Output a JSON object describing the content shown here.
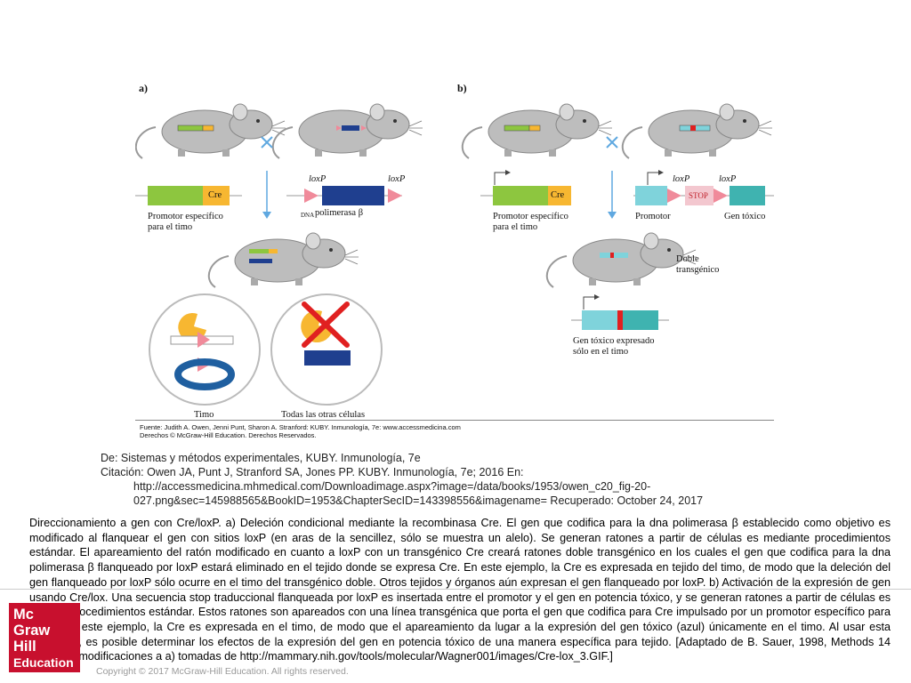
{
  "figure": {
    "panel_a": "a)",
    "panel_b": "b)",
    "labels": {
      "cre": "Cre",
      "loxp": "loxP",
      "dna_pol_prefix": "DNA",
      "dna_pol": "polimerasa β",
      "promotor_timo_1": "Promotor específico",
      "promotor_timo_2": "para el timo",
      "timo": "Timo",
      "otras": "Todas las otras células",
      "promotor": "Promotor",
      "stop": "STOP",
      "gen_toxico": "Gen tóxico",
      "doble_1": "Doble",
      "doble_2": "transgénico",
      "toxico_expr_1": "Gen tóxico expresado",
      "toxico_expr_2": "sólo en el timo"
    },
    "source_1": "Fuente: Judith A. Owen, Jenni Punt, Sharon A. Stranford: KUBY. Inmunología, 7e: www.accessmedicina.com",
    "source_2": "Derechos © McGraw-Hill Education. Derechos Reservados."
  },
  "citation": {
    "line1": "De: Sistemas y métodos experimentales, KUBY. Inmunología, 7e",
    "line2": "Citación: Owen JA, Punt J, Stranford SA, Jones PP. KUBY. Inmunología, 7e; 2016 En:",
    "line3": "http://accessmedicina.mhmedical.com/Downloadimage.aspx?image=/data/books/1953/owen_c20_fig-20-",
    "line4": "027.png&sec=145988565&BookID=1953&ChapterSecID=143398556&imagename= Recuperado: October 24, 2017"
  },
  "caption": "Direccionamiento a gen con Cre/loxP. a) Deleción condicional mediante la recombinasa Cre. El gen que codifica para la dna polimerasa β establecido como objetivo es modificado al flanquear el gen con sitios loxP (en aras de la sencillez, sólo se muestra un alelo). Se generan ratones a partir de células es mediante procedimientos estándar. El apareamiento del ratón modificado en cuanto a loxP con un transgénico Cre creará ratones doble transgénico en los cuales el gen que codifica para la dna polimerasa β flanqueado por loxP estará eliminado en el tejido donde se expresa Cre. En este ejemplo, la Cre es expresada en tejido del timo, de modo que la deleción del gen flanqueado por loxP sólo ocurre en el timo del transgénico doble. Otros tejidos y órganos aún expresan el gen flanqueado por loxP. b) Activación de la expresión de gen usando Cre/lox. Una secuencia stop traduccional flanqueada por loxP es insertada entre el promotor y el gen en potencia tóxico, y se generan ratones a partir de células es usando procedimientos estándar. Estos ratones son apareados con una línea transgénica que porta el gen que codifica para Cre impulsado por un promotor específico para tejido. En este ejemplo, la Cre es expresada en el timo, de modo que el apareamiento da lugar a la expresión del gen tóxico (azul) únicamente en el timo. Al usar esta estrategia, es posible determinar los efectos de la expresión del gen en potencia tóxico de una manera específica para tejido. [Adaptado de B. Sauer, 1998, Methods 14 :381, con modificaciones a a) tomadas de http://mammary.nih.gov/tools/molecular/Wagner001/images/Cre-lox_3.GIF.]",
  "footer": {
    "logo_1": "Mc",
    "logo_2": "Graw",
    "logo_3": "Hill",
    "logo_4": "Education",
    "copyright": "Copyright © 2017 McGraw-Hill Education. All rights reserved."
  },
  "colors": {
    "green": "#8dc63f",
    "orange": "#f7b731",
    "navy": "#1f3f8f",
    "pink": "#f08a9a",
    "cyan": "#7fd3db",
    "teal": "#3fb3b0",
    "red": "#e02020",
    "blue_arrow": "#5fa8e0",
    "mouse": "#bdbdbd"
  }
}
